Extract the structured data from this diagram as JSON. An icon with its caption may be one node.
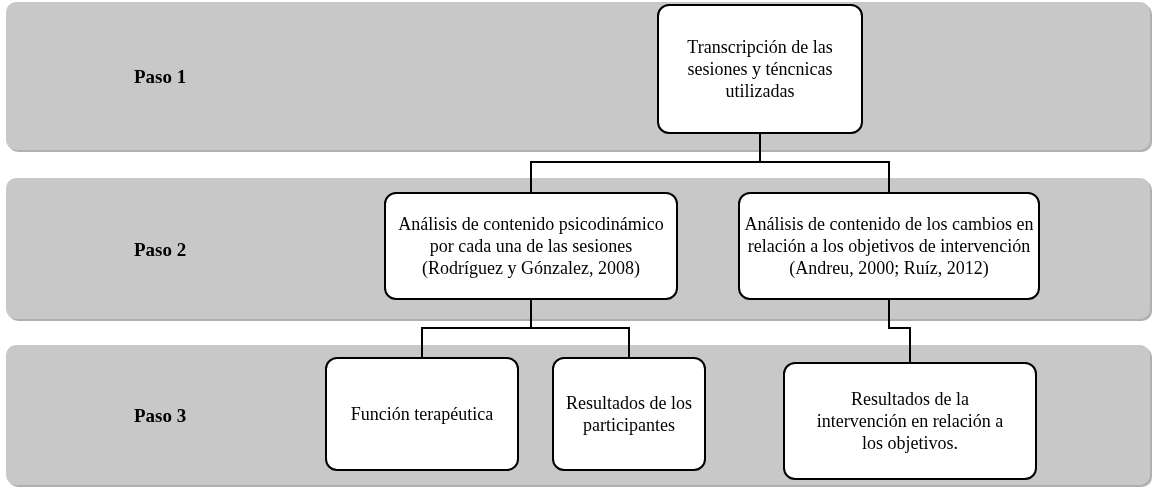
{
  "diagram": {
    "nodes": [
      {
        "text": [
          "Paso 1"
        ]
      },
      {
        "text": [
          "Transcripción de las sesiones y téncnicas utilizadas"
        ],
        "in": 0
      },
      {
        "text": [
          "Paso 2"
        ]
      },
      {
        "text": [
          "Análisis de contenido psicodinámico por cada una de las sesiones  (Rodríguez y Gónzalez, 2008)"
        ],
        "in": 2
      },
      {
        "text": [
          "Análisis de contenido de los cambios en relación a los objetivos de intervención (Andreu, 2000; Ruíz, 2012)"
        ],
        "in": 2
      },
      {
        "text": [
          "Paso 3"
        ]
      },
      {
        "text": [
          "Función terapéutica"
        ],
        "in": 5
      },
      {
        "text": [
          "Resultados de los participantes"
        ],
        "in": 5
      },
      {
        "text": [
          "Resultados de la intervención en relación a los objetivos."
        ],
        "in": 5
      }
    ],
    "edges": [
      {
        "from": 1,
        "to": 3,
        "arrow": "none"
      },
      {
        "from": 1,
        "to": 4,
        "arrow": "none"
      },
      {
        "from": 3,
        "to": 6,
        "arrow": "none"
      },
      {
        "from": 3,
        "to": 7,
        "arrow": "none"
      },
      {
        "from": 4,
        "to": 8,
        "arrow": "none"
      }
    ]
  }
}
